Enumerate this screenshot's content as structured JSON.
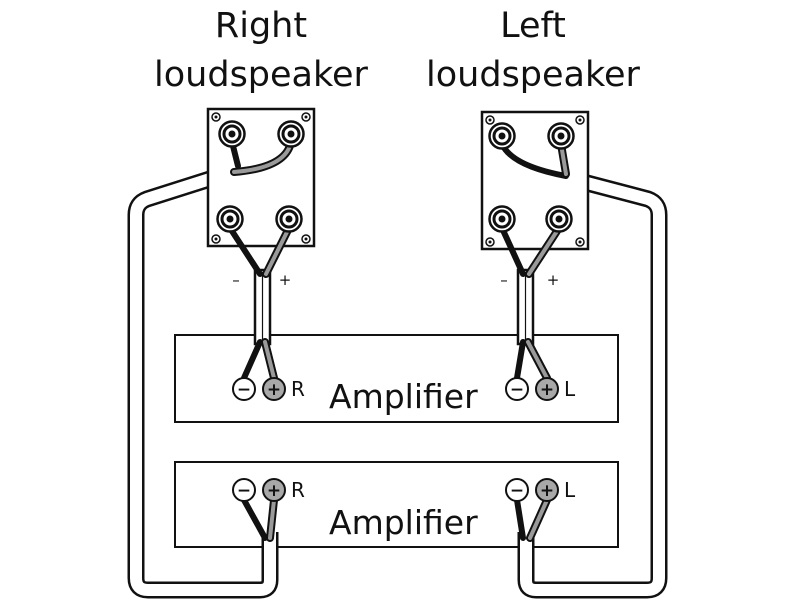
{
  "titles": {
    "right_line1": "Right",
    "right_line2": "loudspeaker",
    "left_line1": "Left",
    "left_line2": "loudspeaker"
  },
  "speaker_polarity": {
    "minus": "–",
    "plus": "+"
  },
  "amplifiers": [
    {
      "label": "Amplifier",
      "right_channel": "R",
      "left_channel": "L"
    },
    {
      "label": "Amplifier",
      "right_channel": "R",
      "left_channel": "L"
    }
  ],
  "terminal_symbols": {
    "minus": "−",
    "plus": "+"
  },
  "colors": {
    "line": "#111111",
    "positive_wire": "#9a9a9a",
    "positive_terminal": "#a8a8a8",
    "background": "#ffffff"
  }
}
